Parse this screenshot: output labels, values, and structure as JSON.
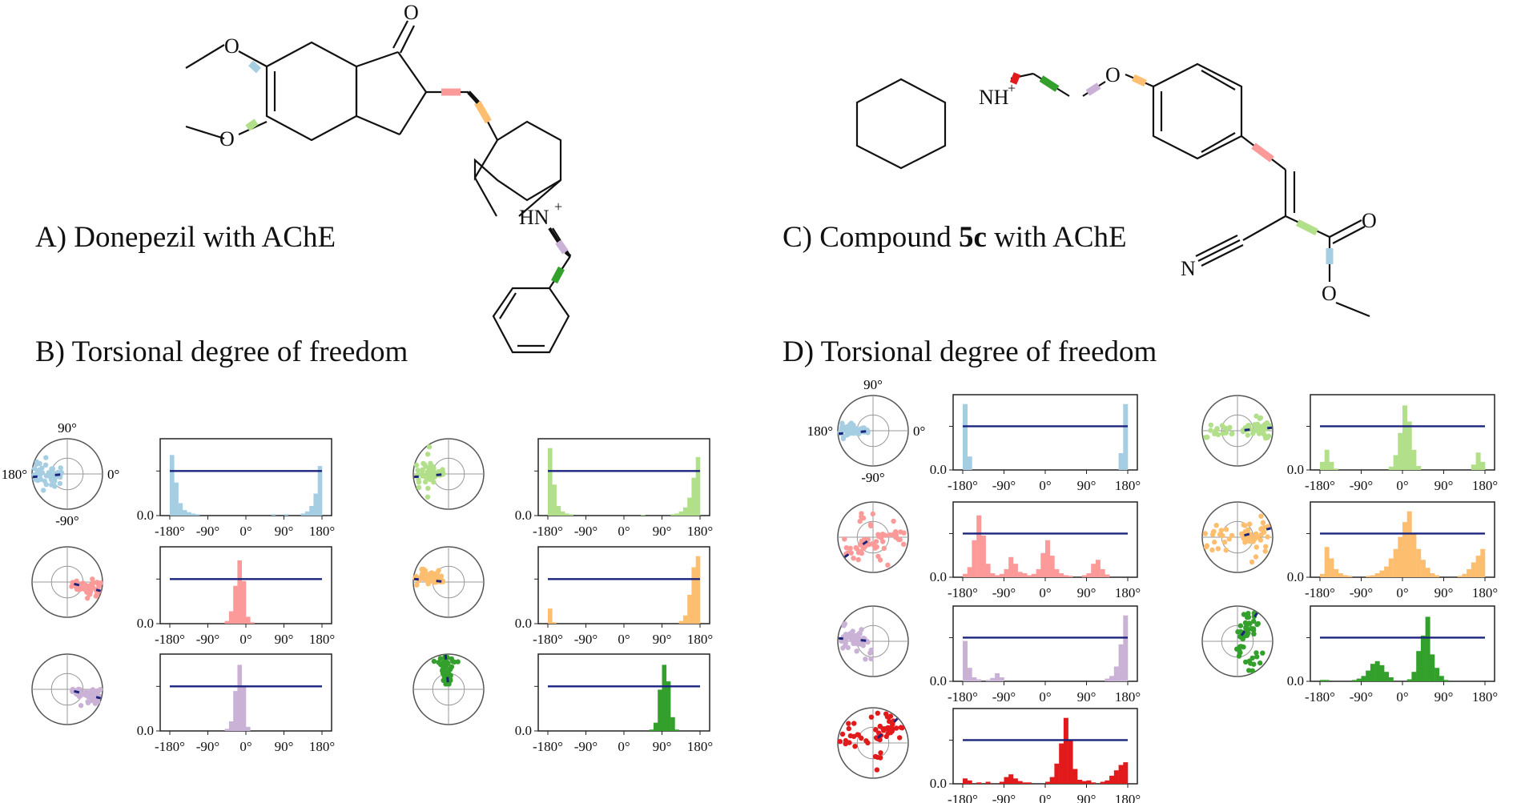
{
  "panel_titles": {
    "a": "A) Donepezil with AChE",
    "b": "B) Torsional degree of freedom",
    "c_prefix": "C)  Compound ",
    "c_bold": "5c",
    "c_suffix": " with AChE",
    "d": "D)  Torsional degree of freedom"
  },
  "molecule_labels": {
    "donepezil": [
      "O",
      "O",
      "O",
      "HN",
      "+"
    ],
    "compound_5c": [
      "NH",
      "+",
      "O",
      "O",
      "O",
      "N"
    ]
  },
  "colors": {
    "blue": "#a6cee3",
    "green_light": "#b2df8a",
    "pink": "#fb9a99",
    "orange": "#fdbf6f",
    "purple": "#cab2d6",
    "green_dark": "#33a02c",
    "red": "#e31a1c",
    "mean_line": "#1a237e",
    "axis": "#222222"
  },
  "chart_data": {
    "x_ticks": [
      "-180°",
      "-90°",
      "0°",
      "90°",
      "180°"
    ],
    "y_tick": "0.0",
    "polar_labels": {
      "top": "90°",
      "left": "180°",
      "right": "0°",
      "bottom": "-90°"
    },
    "panels": [
      {
        "id": "B1",
        "group": "B",
        "type": "bar",
        "color": "blue",
        "bins": [
          0.88,
          0.48,
          0.18,
          0.08,
          0.05,
          0.03,
          0.02,
          0,
          0,
          0,
          0,
          0,
          0,
          0,
          0,
          0,
          0,
          0,
          0,
          0,
          0,
          0,
          0,
          0,
          0.02,
          0,
          0,
          0.02,
          0,
          0,
          0,
          0.03,
          0.06,
          0.14,
          0.32,
          0.72
        ]
      },
      {
        "id": "B2",
        "group": "B",
        "type": "bar",
        "color": "green_light",
        "bins": [
          0.98,
          0.45,
          0.14,
          0.06,
          0.03,
          0.02,
          0,
          0,
          0,
          0,
          0,
          0,
          0,
          0,
          0,
          0,
          0,
          0,
          0,
          0,
          0,
          0,
          0.01,
          0,
          0,
          0,
          0,
          0,
          0,
          0.02,
          0.03,
          0.06,
          0.12,
          0.26,
          0.55,
          0.85
        ]
      },
      {
        "id": "B3",
        "group": "B",
        "type": "bar",
        "color": "pink",
        "bins": [
          0,
          0,
          0,
          0,
          0,
          0,
          0,
          0,
          0,
          0,
          0,
          0,
          0,
          0.04,
          0.18,
          0.55,
          0.92,
          0.62,
          0.1,
          0.02,
          0,
          0,
          0,
          0,
          0,
          0,
          0,
          0,
          0,
          0,
          0,
          0,
          0,
          0,
          0,
          0
        ]
      },
      {
        "id": "B4",
        "group": "B",
        "type": "bar",
        "color": "orange",
        "bins": [
          0.22,
          0.02,
          0,
          0,
          0,
          0,
          0,
          0,
          0,
          0,
          0,
          0,
          0,
          0,
          0,
          0,
          0,
          0,
          0,
          0,
          0,
          0,
          0,
          0,
          0,
          0,
          0,
          0,
          0,
          0,
          0,
          0.04,
          0.12,
          0.42,
          0.82,
          0.98
        ]
      },
      {
        "id": "B5",
        "group": "B",
        "type": "bar",
        "color": "purple",
        "bins": [
          0,
          0,
          0,
          0,
          0,
          0,
          0,
          0,
          0,
          0,
          0,
          0,
          0,
          0.03,
          0.14,
          0.58,
          0.96,
          0.66,
          0.06,
          0,
          0,
          0,
          0,
          0,
          0,
          0,
          0,
          0,
          0,
          0,
          0,
          0,
          0,
          0,
          0,
          0
        ]
      },
      {
        "id": "B6",
        "group": "B",
        "type": "bar",
        "color": "green_dark",
        "bins": [
          0,
          0,
          0,
          0,
          0,
          0,
          0,
          0,
          0,
          0,
          0,
          0,
          0,
          0,
          0,
          0,
          0,
          0,
          0,
          0,
          0,
          0,
          0,
          0,
          0.02,
          0.12,
          0.6,
          0.96,
          0.72,
          0.2,
          0.02,
          0,
          0,
          0,
          0,
          0
        ]
      },
      {
        "id": "D1",
        "group": "D",
        "type": "bar",
        "color": "blue",
        "bins": [
          0.98,
          0.2,
          0,
          0,
          0,
          0,
          0,
          0,
          0,
          0,
          0,
          0,
          0,
          0,
          0,
          0,
          0,
          0,
          0,
          0,
          0,
          0,
          0,
          0,
          0,
          0,
          0,
          0,
          0,
          0,
          0,
          0,
          0,
          0,
          0.25,
          0.98
        ]
      },
      {
        "id": "D2",
        "group": "D",
        "type": "bar",
        "color": "green_light",
        "bins": [
          0.12,
          0.3,
          0.12,
          0.02,
          0,
          0,
          0,
          0,
          0,
          0,
          0,
          0,
          0,
          0,
          0,
          0.05,
          0.22,
          0.55,
          0.96,
          0.72,
          0.3,
          0.06,
          0,
          0,
          0,
          0,
          0,
          0,
          0,
          0,
          0,
          0,
          0,
          0.08,
          0.26,
          0.12
        ]
      },
      {
        "id": "D3",
        "group": "D",
        "type": "bar",
        "color": "pink",
        "bins": [
          0.05,
          0.15,
          0.55,
          0.92,
          0.62,
          0.2,
          0.06,
          0.03,
          0.05,
          0.12,
          0.3,
          0.2,
          0.08,
          0.06,
          0.03,
          0.05,
          0.12,
          0.36,
          0.55,
          0.32,
          0.12,
          0.06,
          0.03,
          0.02,
          0,
          0,
          0.03,
          0.06,
          0.2,
          0.26,
          0.12,
          0.04,
          0,
          0,
          0,
          0
        ]
      },
      {
        "id": "D4",
        "group": "D",
        "type": "bar",
        "color": "orange",
        "bins": [
          0.05,
          0.45,
          0.28,
          0.12,
          0.06,
          0.03,
          0.02,
          0,
          0,
          0,
          0.02,
          0.03,
          0.06,
          0.1,
          0.16,
          0.28,
          0.42,
          0.6,
          0.82,
          0.98,
          0.65,
          0.42,
          0.26,
          0.14,
          0.06,
          0.03,
          0,
          0,
          0,
          0,
          0.02,
          0.05,
          0.12,
          0.22,
          0.32,
          0.42
        ]
      },
      {
        "id": "D5",
        "group": "D",
        "type": "bar",
        "color": "purple",
        "bins": [
          0.6,
          0.2,
          0.06,
          0.03,
          0,
          0.02,
          0.05,
          0.12,
          0.06,
          0,
          0,
          0,
          0,
          0,
          0,
          0,
          0,
          0,
          0,
          0,
          0,
          0,
          0,
          0,
          0,
          0,
          0,
          0,
          0,
          0,
          0,
          0.04,
          0.08,
          0.22,
          0.55,
          0.98
        ]
      },
      {
        "id": "D6",
        "group": "D",
        "type": "bar",
        "color": "green_dark",
        "bins": [
          0.02,
          0.02,
          0,
          0,
          0,
          0,
          0,
          0.02,
          0.04,
          0.08,
          0.16,
          0.26,
          0.3,
          0.24,
          0.14,
          0.06,
          0,
          0,
          0,
          0.03,
          0.14,
          0.45,
          0.68,
          0.96,
          0.4,
          0.2,
          0.08,
          0.02,
          0,
          0,
          0,
          0,
          0,
          0,
          0,
          0
        ]
      },
      {
        "id": "D7",
        "group": "D",
        "type": "bar",
        "color": "red",
        "bins": [
          0.08,
          0.05,
          0,
          0.02,
          0,
          0.03,
          0,
          0,
          0.03,
          0.1,
          0.14,
          0.08,
          0.04,
          0.02,
          0.02,
          0,
          0,
          0,
          0.03,
          0.1,
          0.3,
          0.6,
          0.98,
          0.65,
          0.22,
          0.06,
          0.04,
          0.05,
          0.02,
          0,
          0.03,
          0.05,
          0.12,
          0.2,
          0.28,
          0.32
        ]
      }
    ]
  }
}
